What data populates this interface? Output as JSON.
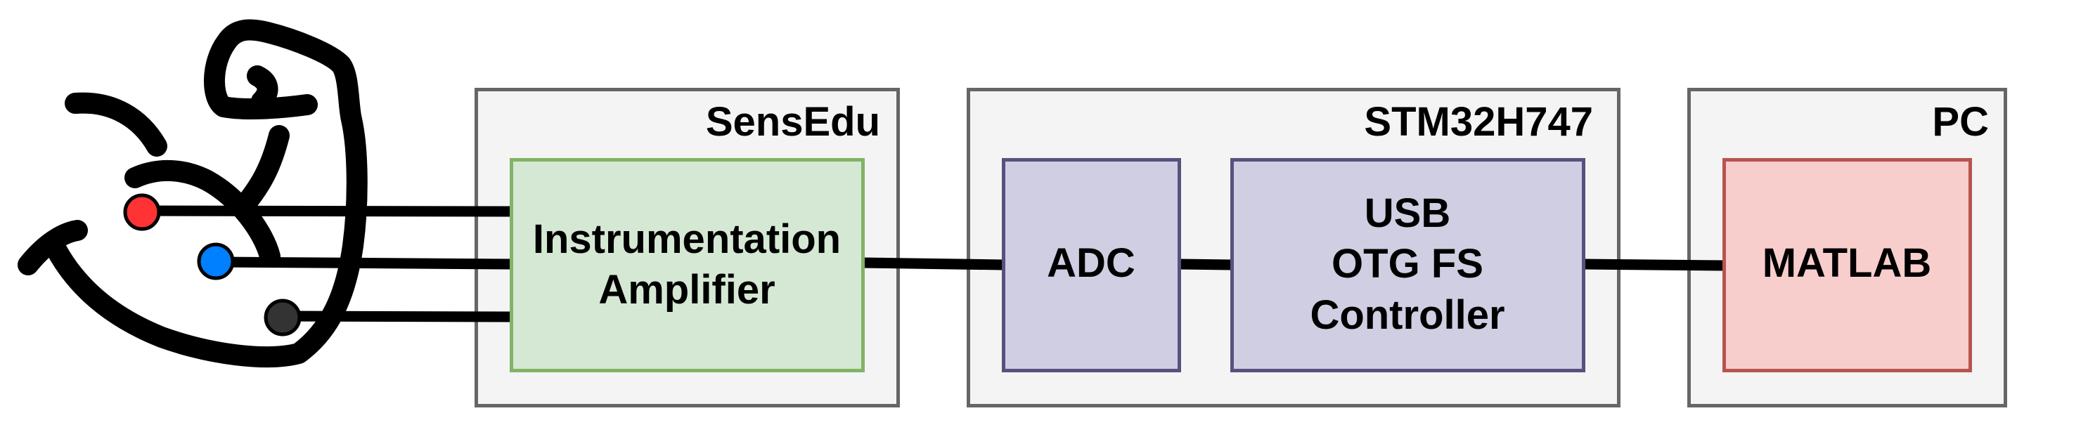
{
  "diagram": {
    "title": "SensEdu ECG signal chain block diagram",
    "electrodes": [
      {
        "name": "electrode-red",
        "color": "#ff3333"
      },
      {
        "name": "electrode-blue",
        "color": "#007fff"
      },
      {
        "name": "electrode-dark",
        "color": "#333333"
      }
    ],
    "groups": [
      {
        "id": "sensedu",
        "title": "SensEdu",
        "fill": "#f4f4f4",
        "stroke": "#666666"
      },
      {
        "id": "stm32",
        "title": "STM32H747",
        "fill": "#f4f4f4",
        "stroke": "#666666"
      },
      {
        "id": "pc",
        "title": "PC",
        "fill": "#f4f4f4",
        "stroke": "#666666"
      }
    ],
    "blocks": [
      {
        "id": "inamp",
        "lines": [
          "Instrumentation",
          "Amplifier"
        ],
        "fill": "#d5e8d4",
        "stroke": "#82b366"
      },
      {
        "id": "adc",
        "lines": [
          "ADC"
        ],
        "fill": "#d0cee2",
        "stroke": "#56517e"
      },
      {
        "id": "usb",
        "lines": [
          "USB",
          "OTG FS",
          "Controller"
        ],
        "fill": "#d0cee2",
        "stroke": "#56517e"
      },
      {
        "id": "matlab",
        "lines": [
          "MATLAB"
        ],
        "fill": "#f8cecc",
        "stroke": "#b85450"
      }
    ],
    "connections": [
      {
        "from": "electrode-red",
        "to": "inamp"
      },
      {
        "from": "electrode-blue",
        "to": "inamp"
      },
      {
        "from": "electrode-dark",
        "to": "inamp"
      },
      {
        "from": "inamp",
        "to": "adc"
      },
      {
        "from": "adc",
        "to": "usb"
      },
      {
        "from": "usb",
        "to": "matlab"
      }
    ]
  }
}
